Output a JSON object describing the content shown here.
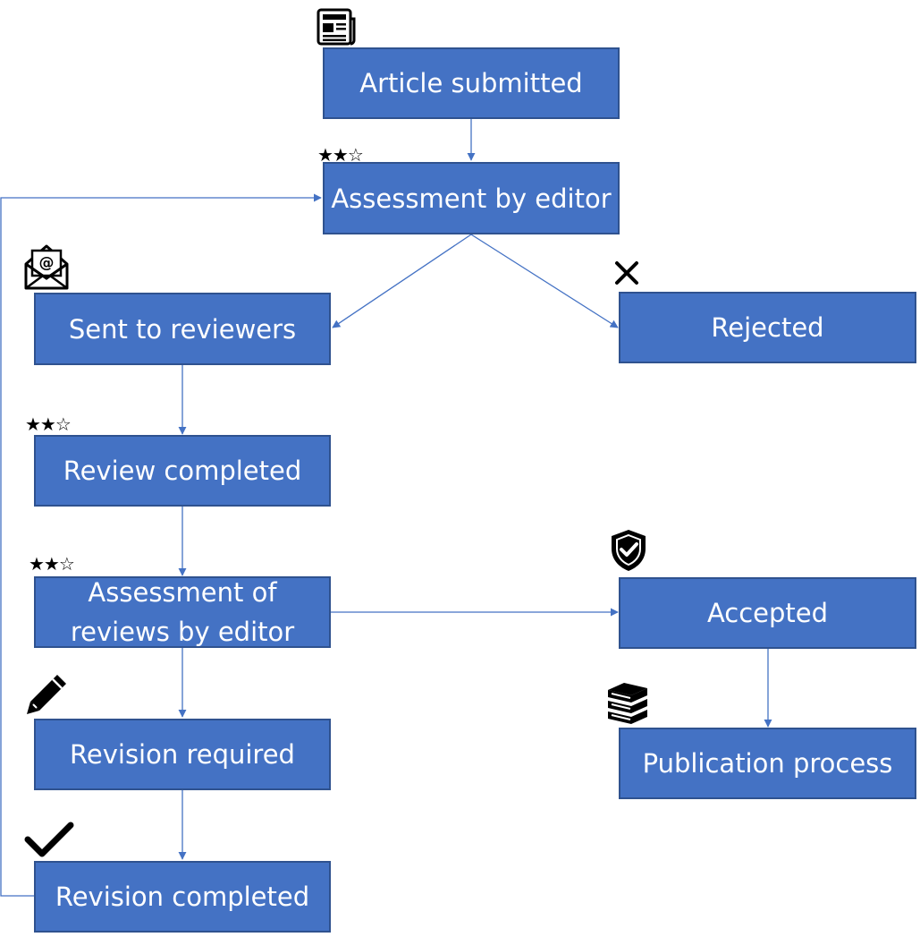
{
  "colors": {
    "node_fill": "#4472C4",
    "node_border": "#2F528F",
    "node_text": "#FFFFFF",
    "connector": "#4472C4",
    "icon": "#000000"
  },
  "nodes": {
    "article_submitted": "Article submitted",
    "assessment_by_editor": "Assessment by editor",
    "sent_to_reviewers": "Sent to reviewers",
    "rejected": "Rejected",
    "review_completed": "Review completed",
    "assessment_of_reviews": "Assessment of reviews by editor",
    "accepted": "Accepted",
    "revision_required": "Revision required",
    "publication_process": "Publication process",
    "revision_completed": "Revision completed"
  },
  "icons": {
    "article_submitted": "newspaper-icon",
    "assessment_by_editor": "two-of-three-stars-icon",
    "sent_to_reviewers": "email-envelope-icon",
    "rejected": "cross-icon",
    "review_completed": "two-of-three-stars-icon",
    "assessment_of_reviews": "two-of-three-stars-icon",
    "accepted": "shield-check-icon",
    "revision_required": "pencil-icon",
    "publication_process": "book-stack-icon",
    "revision_completed": "checkmark-icon"
  },
  "ratings": {
    "assessment_by_editor": "★★☆",
    "review_completed": "★★☆",
    "assessment_of_reviews": "★★☆"
  },
  "edges": [
    {
      "from": "article_submitted",
      "to": "assessment_by_editor"
    },
    {
      "from": "assessment_by_editor",
      "to": "sent_to_reviewers"
    },
    {
      "from": "assessment_by_editor",
      "to": "rejected"
    },
    {
      "from": "sent_to_reviewers",
      "to": "review_completed"
    },
    {
      "from": "review_completed",
      "to": "assessment_of_reviews"
    },
    {
      "from": "assessment_of_reviews",
      "to": "accepted"
    },
    {
      "from": "assessment_of_reviews",
      "to": "revision_required"
    },
    {
      "from": "accepted",
      "to": "publication_process"
    },
    {
      "from": "revision_required",
      "to": "revision_completed"
    },
    {
      "from": "revision_completed",
      "to": "assessment_by_editor"
    }
  ]
}
